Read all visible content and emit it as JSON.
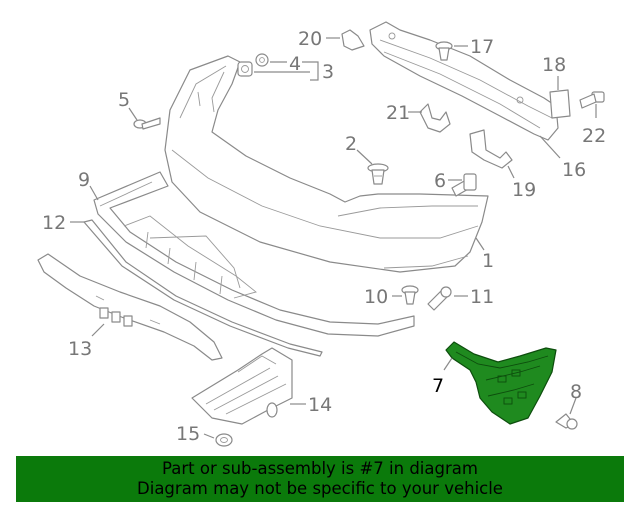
{
  "callouts": {
    "c1": "1",
    "c2": "2",
    "c3": "3",
    "c4": "4",
    "c5": "5",
    "c6": "6",
    "c7": "7",
    "c8": "8",
    "c9": "9",
    "c10": "10",
    "c11": "11",
    "c12": "12",
    "c13": "13",
    "c14": "14",
    "c15": "15",
    "c16": "16",
    "c17": "17",
    "c18": "18",
    "c19": "19",
    "c20": "20",
    "c21": "21",
    "c22": "22"
  },
  "highlighted_part": "7",
  "colors": {
    "highlight": "#1f8a1f",
    "banner": "#0b7a0b",
    "line": "#8a8a8a",
    "text": "#777777"
  },
  "banner": {
    "line1": "Part or sub-assembly is #7 in diagram",
    "line2": "Diagram may not be specific to your vehicle"
  }
}
